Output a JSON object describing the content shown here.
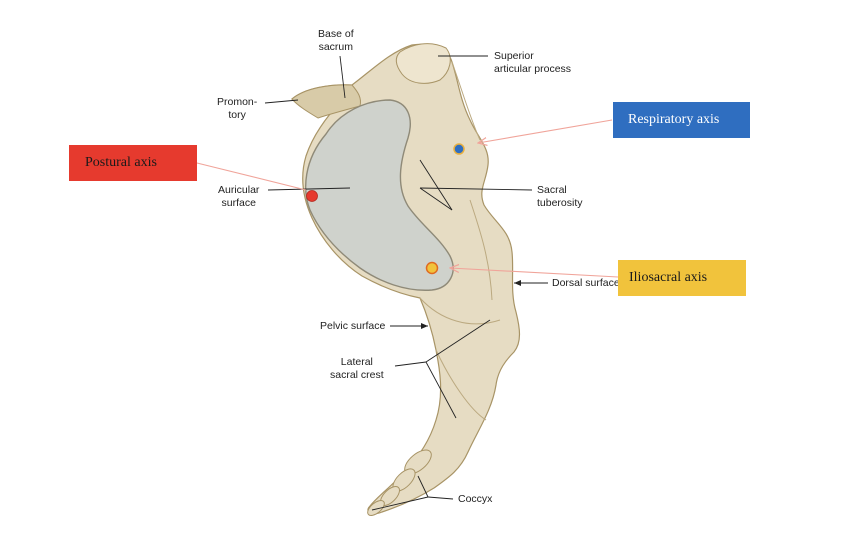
{
  "labels": {
    "base_of_sacrum": "Base of\nsacrum",
    "superior_articular_process": "Superior\narticular process",
    "promontory": "Promon-\ntory",
    "auricular_surface": "Auricular\nsurface",
    "sacral_tuberosity": "Sacral\ntuberosity",
    "dorsal_surface": "Dorsal surface",
    "pelvic_surface": "Pelvic surface",
    "lateral_sacral_crest": "Lateral\nsacral crest",
    "coccyx": "Coccyx"
  },
  "axes": {
    "postural": {
      "label": "Postural axis",
      "color": "#e63a2e"
    },
    "respiratory": {
      "label": "Respiratory axis",
      "color": "#2f6ec0"
    },
    "iliosacral": {
      "label": "Iliosacral axis",
      "color": "#f1c33c"
    }
  },
  "colors": {
    "bone": "#e6dcc3",
    "bone_shadow": "#c9b992",
    "auricular": "#cfd2cc",
    "leader_line": "#222222",
    "pointer_line": "#f0a49a"
  }
}
